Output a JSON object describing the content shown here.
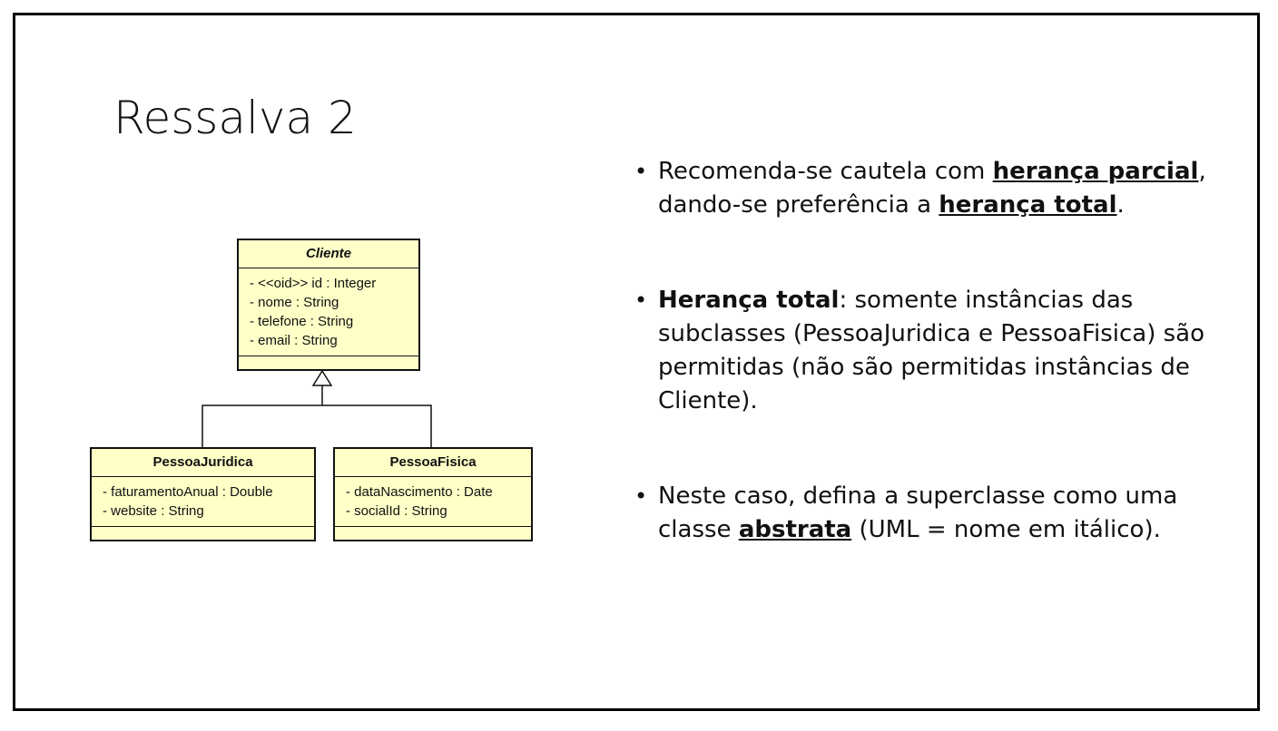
{
  "slide": {
    "title": "Ressalva 2",
    "bullets": [
      {
        "parts": [
          {
            "text": "Recomenda-se cautela com ",
            "style": "normal"
          },
          {
            "text": "herança parcial",
            "style": "bold-underline"
          },
          {
            "text": ", dando-se preferência a ",
            "style": "normal"
          },
          {
            "text": "herança total",
            "style": "bold-underline"
          },
          {
            "text": ".",
            "style": "normal"
          }
        ]
      },
      {
        "parts": [
          {
            "text": "Herança total",
            "style": "bold"
          },
          {
            "text": ": somente instâncias das subclasses (PessoaJuridica e PessoaFisica) são permitidas (não são permitidas instâncias de Cliente).",
            "style": "normal"
          }
        ]
      },
      {
        "parts": [
          {
            "text": "Neste caso, defina a superclasse como uma classe ",
            "style": "normal"
          },
          {
            "text": "abstrata",
            "style": "bold-underline"
          },
          {
            "text": " (UML = nome em itálico).",
            "style": "normal"
          }
        ]
      }
    ]
  },
  "uml": {
    "cliente": {
      "name": "Cliente",
      "abstract": true,
      "attributes": [
        "- <<oid>> id : Integer",
        "- nome : String",
        "- telefone : String",
        "- email : String"
      ]
    },
    "pessoa_juridica": {
      "name": "PessoaJuridica",
      "attributes": [
        "- faturamentoAnual : Double",
        "- website : String"
      ]
    },
    "pessoa_fisica": {
      "name": "PessoaFisica",
      "attributes": [
        "- dataNascimento : Date",
        "- socialId : String"
      ]
    }
  },
  "colors": {
    "class_fill": "#ffffc8",
    "line": "#111111"
  }
}
